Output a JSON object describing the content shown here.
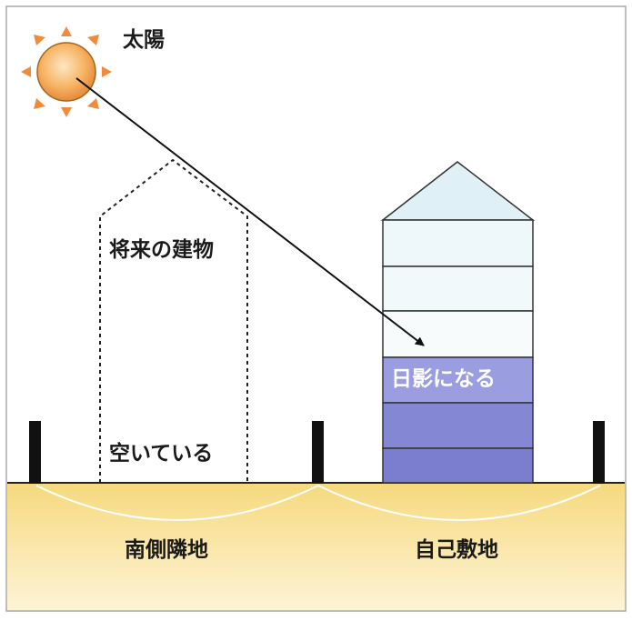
{
  "labels": {
    "sun": "太陽",
    "future_building": "将来の建物",
    "vacant": "空いている",
    "shadow": "日影になる",
    "south_lot": "南側隣地",
    "own_lot": "自己敷地"
  },
  "colors": {
    "ground_top": "#f6d97e",
    "ground_bottom": "#fdf4d6",
    "roof": "#dff0f7",
    "sunlit_floor": "#eef7fa",
    "shaded_floor": "#8c8fd6",
    "sun_body": "#f2a24a",
    "sun_rays": "#f08b3c",
    "frame": "#a8a8a8"
  }
}
